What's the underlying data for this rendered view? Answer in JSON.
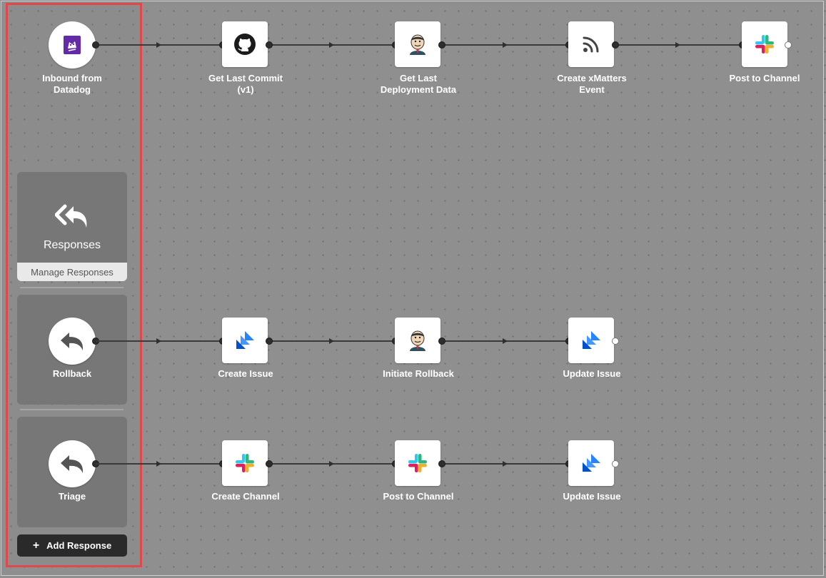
{
  "flow": {
    "trigger_label_1": "Inbound from",
    "trigger_label_2": "Datadog",
    "steps": [
      {
        "line1": "Get Last Commit",
        "line2": "(v1)",
        "icon": "github-icon"
      },
      {
        "line1": "Get Last",
        "line2": "Deployment Data",
        "icon": "jenkins-icon"
      },
      {
        "line1": "Create xMatters",
        "line2": "Event",
        "icon": "rss-icon"
      },
      {
        "line1": "Post to Channel",
        "line2": "",
        "icon": "slack-icon"
      }
    ]
  },
  "responses_panel": {
    "title": "Responses",
    "manage_label": "Manage Responses",
    "add_label": "Add Response",
    "add_icon": "+"
  },
  "rollback": {
    "label": "Rollback",
    "steps": [
      {
        "label": "Create Issue",
        "icon": "jira-icon"
      },
      {
        "label": "Initiate Rollback",
        "icon": "jenkins-icon"
      },
      {
        "label": "Update Issue",
        "icon": "jira-icon"
      }
    ]
  },
  "triage": {
    "label": "Triage",
    "steps": [
      {
        "label": "Create Channel",
        "icon": "slack-icon"
      },
      {
        "label": "Post to Channel",
        "icon": "slack-icon"
      },
      {
        "label": "Update Issue",
        "icon": "jira-icon"
      }
    ]
  },
  "colors": {
    "canvas": "#8f8f8f",
    "highlight": "#e0484c",
    "card": "#777777",
    "jira_blue": "#2684FF",
    "datadog_purple": "#632CA6"
  }
}
